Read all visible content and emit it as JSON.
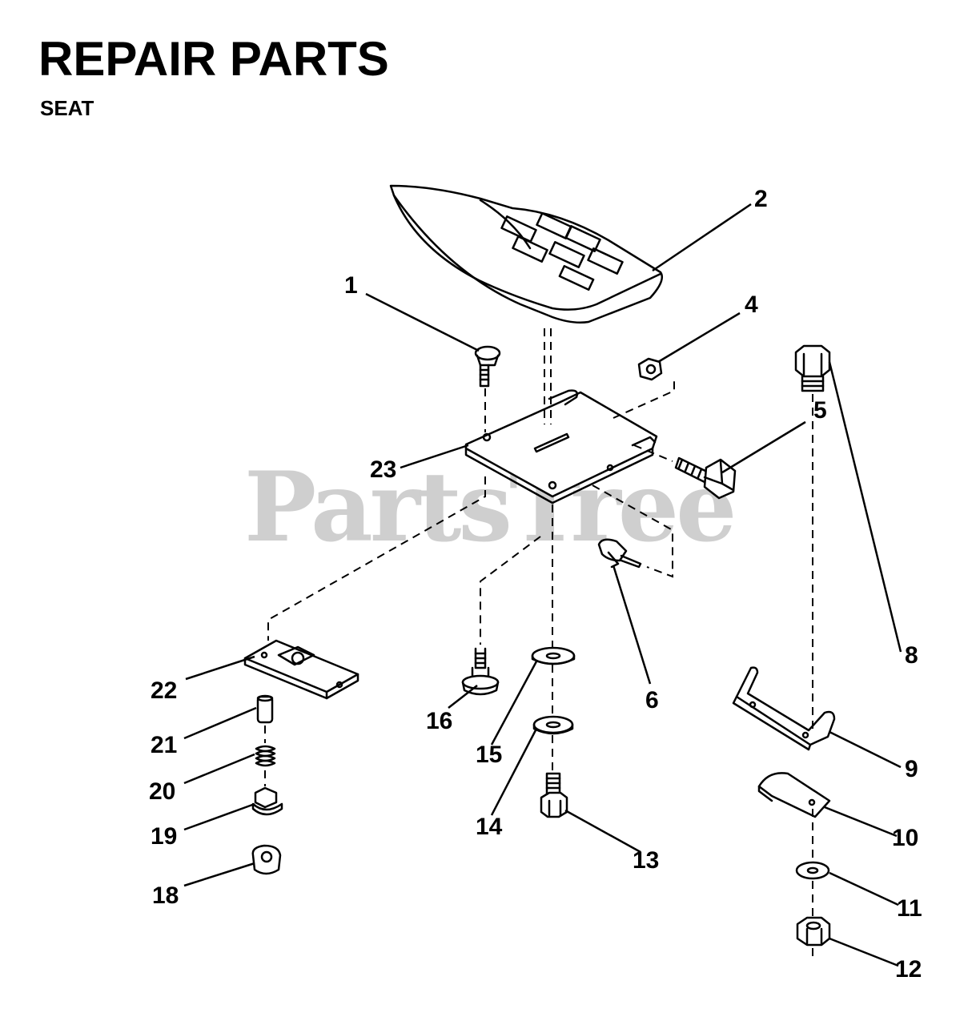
{
  "header": {
    "title": "REPAIR PARTS",
    "subtitle": "SEAT"
  },
  "watermark": {
    "text": "PartsTree",
    "color": "#cfcfcf"
  },
  "callouts": [
    "1",
    "2",
    "4",
    "5",
    "6",
    "8",
    "9",
    "10",
    "11",
    "12",
    "13",
    "14",
    "15",
    "16",
    "18",
    "19",
    "20",
    "21",
    "22",
    "23"
  ]
}
